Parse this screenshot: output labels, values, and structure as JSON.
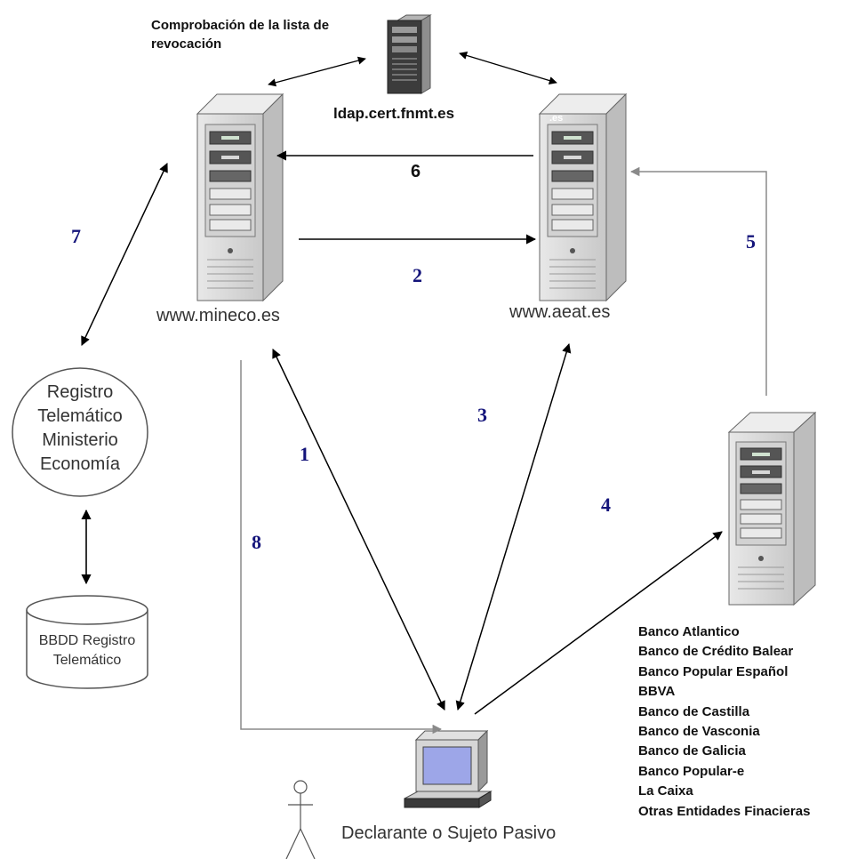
{
  "ldap": {
    "caption": "Comprobación de la lista de revocación",
    "caption_line1": "Comprobación de la lista de",
    "caption_line2": "revocación",
    "host": "ldap.cert.fnmt.es"
  },
  "servers": {
    "mineco": "www.mineco.es",
    "aeat": "www.aeat.es",
    "aeat_fragment": ".es"
  },
  "registro": {
    "line1": "Registro",
    "line2": "Telemático",
    "line3": "Ministerio",
    "line4": "Economía"
  },
  "bbdd": {
    "line1": "BBDD Registro",
    "line2": "Telemático"
  },
  "client": {
    "label": "Declarante o Sujeto Pasivo"
  },
  "steps": {
    "s1": "1",
    "s2": "2",
    "s3": "3",
    "s4": "4",
    "s5": "5",
    "s6": "6",
    "s7": "7",
    "s8": "8"
  },
  "banks": [
    "Banco  Atlantico",
    "Banco de Crédito Balear",
    "Banco Popular Español",
    "BBVA",
    "Banco de Castilla",
    "Banco de Vasconia",
    "Banco de Galicia",
    "Banco Popular-e",
    "La Caixa",
    "Otras Entidades Finacieras"
  ],
  "colors": {
    "step_number": "#14147a",
    "arrow": "#000000",
    "line8": "#8a8a8a",
    "server_body": "#d9d9d9",
    "screen": "#9da6e8"
  }
}
